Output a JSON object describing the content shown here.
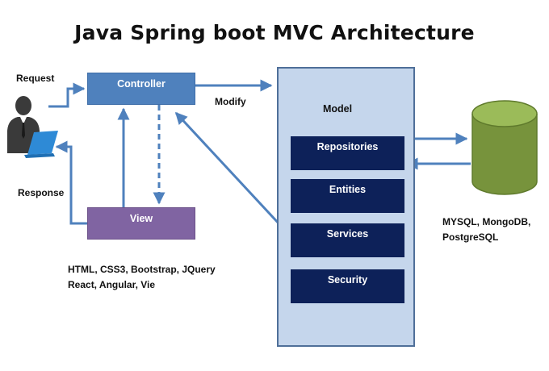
{
  "title": "Java Spring boot MVC Architecture",
  "labels": {
    "request": "Request",
    "response": "Response",
    "modify": "Modify"
  },
  "controller": {
    "label": "Controller",
    "color": "#4f81bd"
  },
  "view": {
    "label": "View",
    "color": "#8064a2"
  },
  "model": {
    "title": "Model",
    "panel_color": "#c5d6ec",
    "item_color": "#0d2159",
    "items": [
      {
        "label": "Repositories"
      },
      {
        "label": "Entities"
      },
      {
        "label": "Services"
      },
      {
        "label": "Security"
      }
    ]
  },
  "view_tech": {
    "line1": "HTML, CSS3, Bootstrap, JQuery",
    "line2": "React, Angular, Vie"
  },
  "databases": {
    "line1": "MYSQL, MongoDB,",
    "line2": "PostgreSQL",
    "color": "#77933c"
  },
  "icons": {
    "user": "user-at-laptop-icon",
    "database": "database-cylinder-icon"
  },
  "arrow_color": "#4f81bd"
}
